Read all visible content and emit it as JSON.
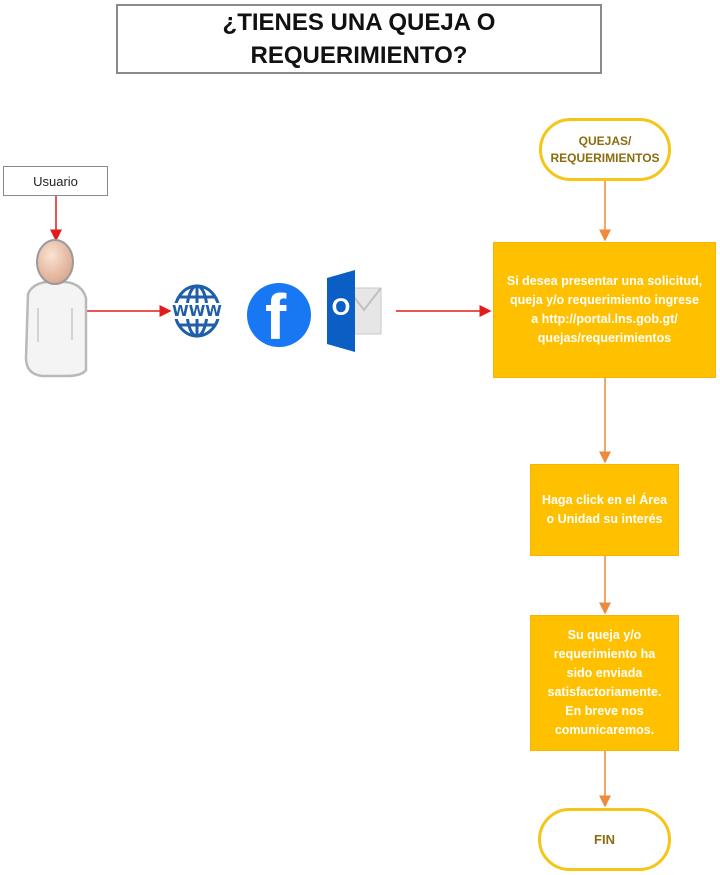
{
  "title": {
    "line1": "¿TIENES UNA QUEJA O",
    "line2": "REQUERIMIENTO?"
  },
  "user": {
    "label": "Usuario",
    "icon": "user-icon"
  },
  "channels": [
    {
      "name": "www-icon",
      "text": "WWW"
    },
    {
      "name": "facebook-icon",
      "text": "f"
    },
    {
      "name": "outlook-icon",
      "text": "O"
    }
  ],
  "flow": {
    "start": "QUEJAS/\nREQUERIMIENTOS",
    "step1": "Si desea presentar una solicitud,\nqueja y/o requerimiento ingrese\na http://portal.lns.gob.gt/\nquejas/requerimientos",
    "step2": "Haga click en el Área\no Unidad su interés",
    "step3": "Su queja y/o\nrequerimiento ha\nsido enviada\nsatisfactoriamente.\nEn breve nos\ncomunicaremos.",
    "end": "FIN"
  },
  "colors": {
    "process_fill": "#ffc000",
    "terminator_border": "#f5c518",
    "red_arrow": "#e21b1b",
    "orange_arrow": "#ee8a3c",
    "facebook": "#1877f2",
    "outlook": "#0a5ec4"
  }
}
